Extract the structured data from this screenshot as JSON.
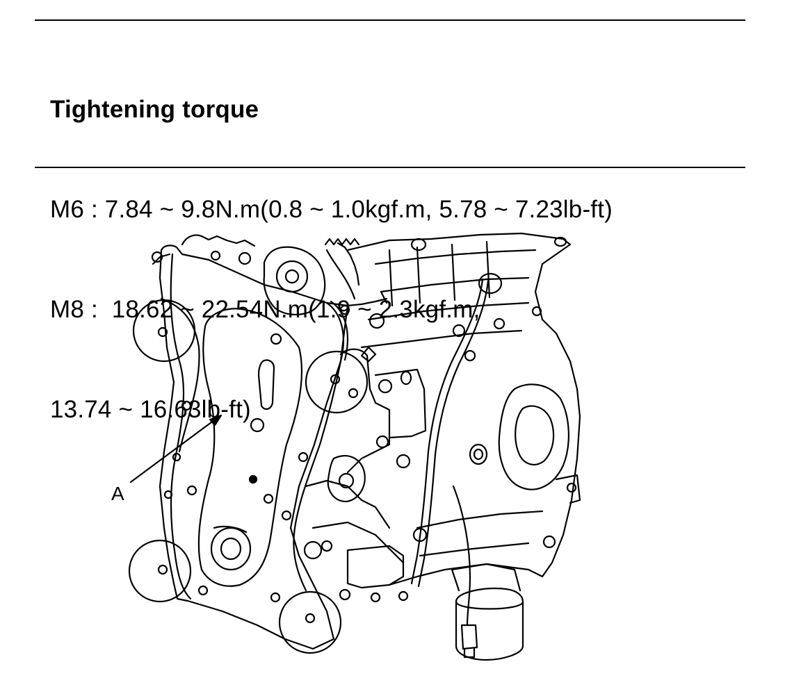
{
  "spec": {
    "title": "Tightening torque",
    "lines": [
      "M6 : 7.84 ~ 9.8N.m(0.8 ~ 1.0kgf.m, 5.78 ~ 7.23lb-ft)",
      "M8 :  18.62 ~ 22.54N.m(1.9 ~ 2.3kgf.m,",
      "13.74 ~ 16.63lb-ft)"
    ]
  },
  "diagram": {
    "callout_label": "A"
  }
}
